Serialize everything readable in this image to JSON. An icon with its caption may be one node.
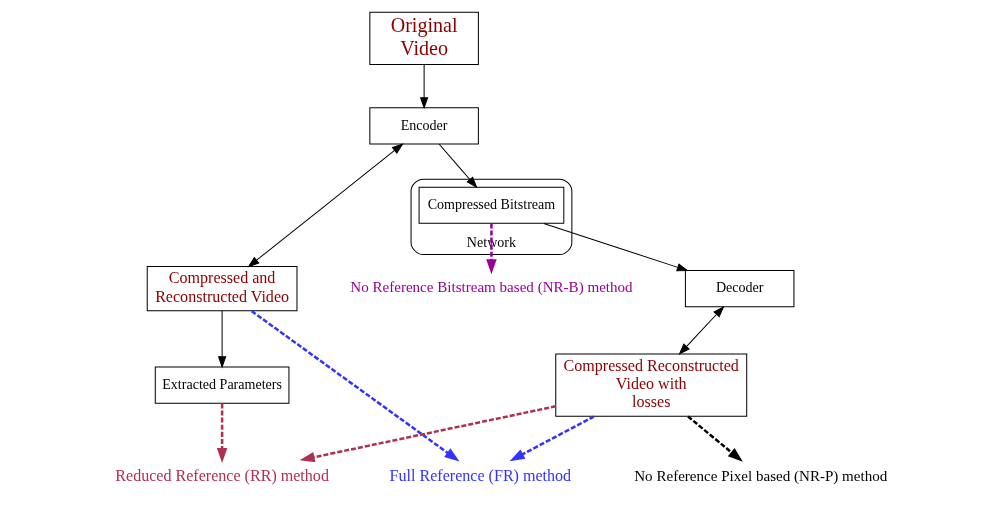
{
  "diagram": {
    "nodes": [
      {
        "text": [
          "Full Reference (FR) method"
        ]
      },
      {
        "text": [
          "Extracted Parameters"
        ]
      },
      {
        "text": [
          "Reduced Reference (RR) method"
        ]
      },
      {
        "text": [
          "Original Video"
        ]
      },
      {
        "text": [
          "Compressed and Reconstructed Video"
        ]
      },
      {
        "text": [
          "No Reference Pixel based (NR-P) method"
        ]
      },
      {
        "text": [
          "Compressed Reconstructed Video with losses"
        ]
      },
      {
        "text": [
          "No Reference Bitstream based (NR-B) method"
        ]
      },
      {
        "text": [
          "Encoder"
        ]
      },
      {
        "text": [
          "Network"
        ]
      },
      {
        "text": [
          "Compressed Bitstream"
        ],
        "in": 9
      },
      {
        "text": [
          "Decoder"
        ]
      }
    ],
    "edges": [
      {
        "from": 4,
        "to": 0,
        "arrow": "to",
        "style": "dashed",
        "color": "#3333ff"
      },
      {
        "from": 6,
        "to": 0,
        "arrow": "to",
        "style": "dashed",
        "color": "#3333ff"
      },
      {
        "from": 1,
        "to": 2,
        "arrow": "to",
        "style": "dashed",
        "color": "#b03050"
      },
      {
        "from": 6,
        "to": 2,
        "arrow": "to",
        "style": "dashed",
        "color": "#b03050"
      },
      {
        "from": 6,
        "to": 5,
        "arrow": "to",
        "style": "dashed"
      },
      {
        "from": 10,
        "to": 7,
        "arrow": "to",
        "style": "dashed",
        "color": "#990099"
      },
      {
        "from": 3,
        "to": 8,
        "arrow": "to"
      },
      {
        "from": 8,
        "to": 4,
        "arrow": "both"
      },
      {
        "from": 4,
        "to": 1,
        "arrow": "to"
      },
      {
        "from": 8,
        "to": 10,
        "arrow": "to"
      },
      {
        "from": 10,
        "to": 11,
        "arrow": "to"
      },
      {
        "from": 11,
        "to": 6,
        "arrow": "both"
      }
    ]
  }
}
